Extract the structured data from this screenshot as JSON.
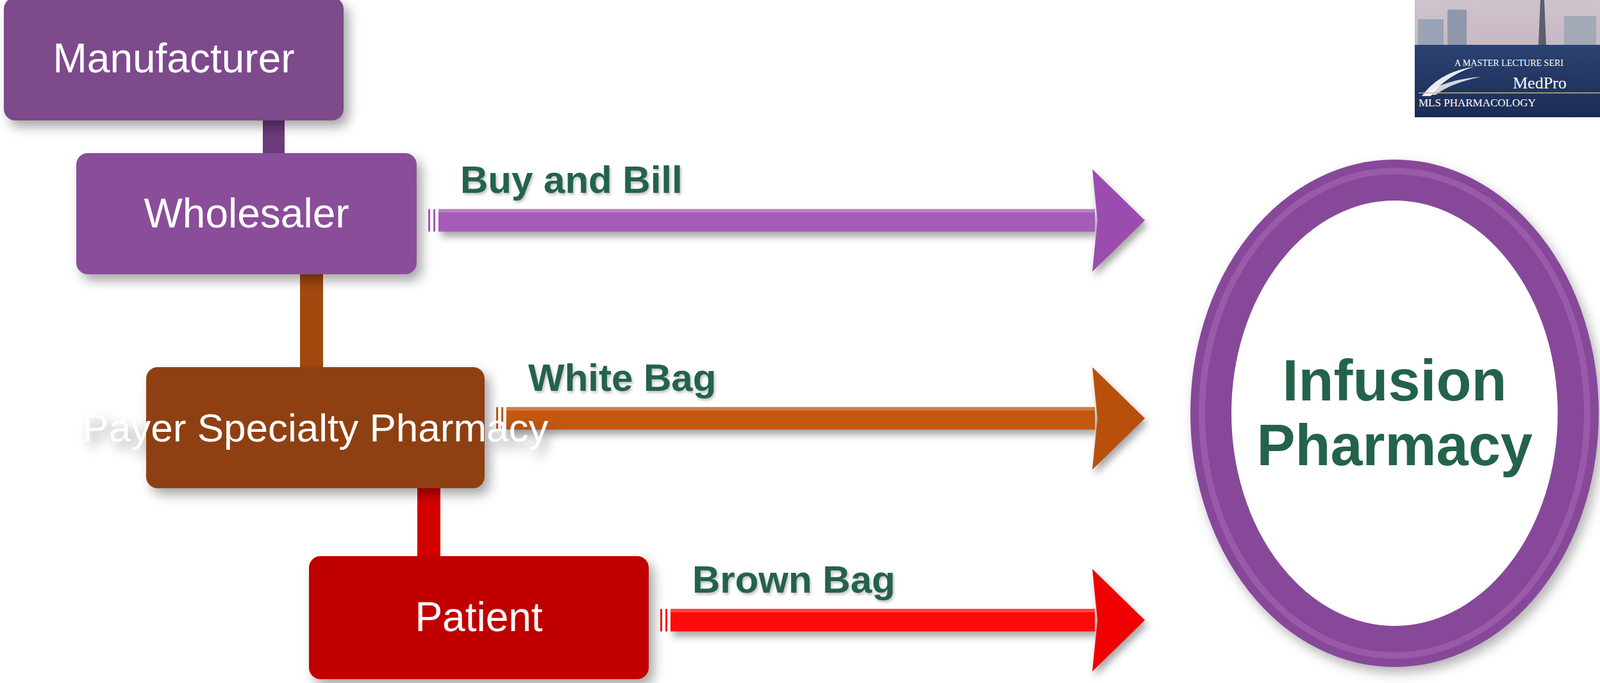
{
  "diagram": {
    "nodes": [
      {
        "text": [
          "Manufacturer"
        ]
      },
      {
        "text": [
          "Wholesaler"
        ]
      },
      {
        "text": [
          "Payer Specialty Pharmacy"
        ]
      },
      {
        "text": [
          "Patient"
        ]
      },
      {
        "text": [
          "Infusion Pharmacy"
        ]
      }
    ],
    "edges": [
      {
        "from": 0,
        "to": 1,
        "arrow": "none"
      },
      {
        "from": 1,
        "to": 2,
        "arrow": "none"
      },
      {
        "from": 2,
        "to": 3,
        "arrow": "none"
      },
      {
        "from": 1,
        "to": 4,
        "label": "Buy and Bill",
        "arrow": "to"
      },
      {
        "from": 2,
        "to": 4,
        "label": "White Bag",
        "arrow": "to"
      },
      {
        "from": 3,
        "to": 4,
        "label": "Brown Bag",
        "arrow": "to"
      }
    ],
    "labels": [
      "A MASTER LECTURE SERI",
      "MedPro",
      "MLS PHARMACOLOGY"
    ]
  }
}
